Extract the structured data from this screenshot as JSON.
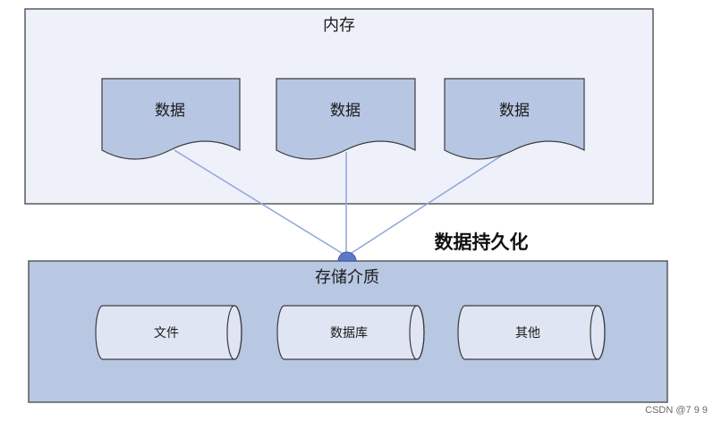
{
  "memory": {
    "title": "内存",
    "blocks": [
      {
        "label": "数据"
      },
      {
        "label": "数据"
      },
      {
        "label": "数据"
      }
    ]
  },
  "persistence_label": "数据持久化",
  "storage": {
    "title": "存储介质",
    "items": [
      {
        "label": "文件"
      },
      {
        "label": "数据库"
      },
      {
        "label": "其他"
      }
    ]
  },
  "watermark": "CSDN @7 9 9",
  "colors": {
    "memory_bg": "#eef1fa",
    "storage_bg": "#b8c7e2",
    "doc_fill": "#b7c6e2",
    "cylinder_fill": "#dfe5f2",
    "line": "#8fa6d6",
    "hub": "#5b79c8",
    "border": "#5a5a5a"
  }
}
